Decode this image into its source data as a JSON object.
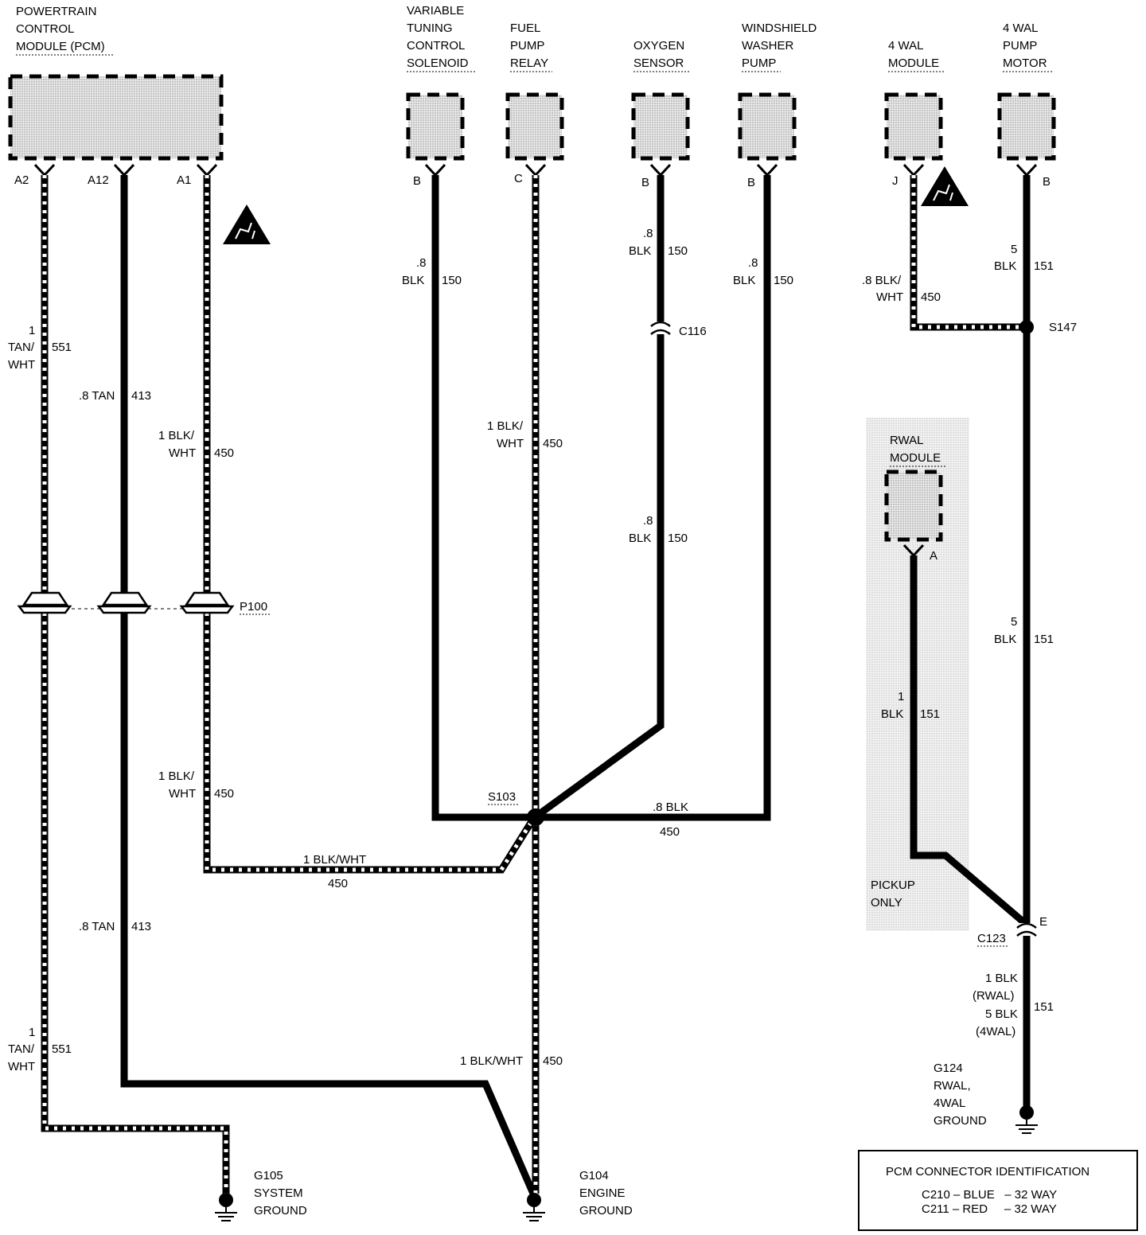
{
  "components": {
    "pcm": {
      "lines": [
        "POWERTRAIN",
        "CONTROL",
        "MODULE (PCM)"
      ]
    },
    "vtcs": {
      "lines": [
        "VARIABLE",
        "TUNING",
        "CONTROL",
        "SOLENOID"
      ]
    },
    "fpr": {
      "lines": [
        "FUEL",
        "PUMP",
        "RELAY"
      ]
    },
    "o2": {
      "lines": [
        "OXYGEN",
        "SENSOR"
      ]
    },
    "wwp": {
      "lines": [
        "WINDSHIELD",
        "WASHER",
        "PUMP"
      ]
    },
    "wal_mod": {
      "lines": [
        "4 WAL",
        "MODULE"
      ]
    },
    "wal_pump": {
      "lines": [
        "4 WAL",
        "PUMP",
        "MOTOR"
      ]
    },
    "rwal": {
      "lines": [
        "RWAL",
        "MODULE"
      ]
    }
  },
  "pins": {
    "a2": "A2",
    "a12": "A12",
    "a1": "A1",
    "vtcs": "B",
    "fpr": "C",
    "o2": "B",
    "wwp": "B",
    "wal_mod": "J",
    "wal_pump": "B",
    "rwal": "A",
    "c123": "E"
  },
  "wires": {
    "a2_top": {
      "gauge": "1",
      "color_lines": [
        "TAN/",
        "WHT"
      ],
      "circuit": "551"
    },
    "a12_top": {
      "label": ".8 TAN",
      "circuit": "413"
    },
    "a1_top": {
      "color_lines": [
        "1 BLK/",
        "WHT"
      ],
      "circuit": "450"
    },
    "a1_bot": {
      "color_lines": [
        "1 BLK/",
        "WHT"
      ],
      "circuit": "450"
    },
    "a1_horiz": {
      "label": "1 BLK/WHT",
      "circuit": "450"
    },
    "a12_bot": {
      "label": ".8 TAN",
      "circuit": "413"
    },
    "a2_bot": {
      "gauge": "1",
      "color_lines": [
        "TAN/",
        "WHT"
      ],
      "circuit": "551"
    },
    "vtcs": {
      "gauge": ".8",
      "color": "BLK",
      "circuit": "150"
    },
    "fpr": {
      "color_lines": [
        "1 BLK/",
        "WHT"
      ],
      "circuit": "450"
    },
    "o2_top": {
      "gauge": ".8",
      "color": "BLK",
      "circuit": "150"
    },
    "o2_bot": {
      "gauge": ".8",
      "color": "BLK",
      "circuit": "150"
    },
    "wwp": {
      "gauge": ".8",
      "color": "BLK",
      "circuit": "150"
    },
    "s103_right": {
      "label": ".8 BLK",
      "circuit": "450"
    },
    "g104": {
      "label": "1 BLK/WHT",
      "circuit": "450"
    },
    "wal_mod": {
      "color_lines": [
        ".8 BLK/",
        "WHT"
      ],
      "circuit": "450"
    },
    "wal_pump_top": {
      "gauge": "5",
      "color": "BLK",
      "circuit": "151"
    },
    "wal_pump_mid": {
      "gauge": "5",
      "color": "BLK",
      "circuit": "151"
    },
    "rwal": {
      "gauge": "1",
      "color": "BLK",
      "circuit": "151"
    },
    "g124": {
      "lines": [
        "1 BLK",
        "(RWAL)",
        "5 BLK",
        "(4WAL)"
      ],
      "circuit": "151"
    }
  },
  "connectors": {
    "p100": "P100",
    "c116": "C116",
    "c123": "C123"
  },
  "splices": {
    "s103": "S103",
    "s147": "S147"
  },
  "grounds": {
    "g105": [
      "G105",
      "SYSTEM",
      "GROUND"
    ],
    "g104": [
      "G104",
      "ENGINE",
      "GROUND"
    ],
    "g124": [
      "G124",
      "RWAL,",
      "4WAL",
      "GROUND"
    ]
  },
  "notes": {
    "pickup": [
      "PICKUP",
      "ONLY"
    ]
  },
  "legend": {
    "title": "PCM CONNECTOR IDENTIFICATION",
    "rows": [
      "C210 – BLUE   – 32 WAY",
      "C211 – RED     – 32 WAY"
    ]
  },
  "icons": {
    "esd": "esd-warning-icon"
  }
}
